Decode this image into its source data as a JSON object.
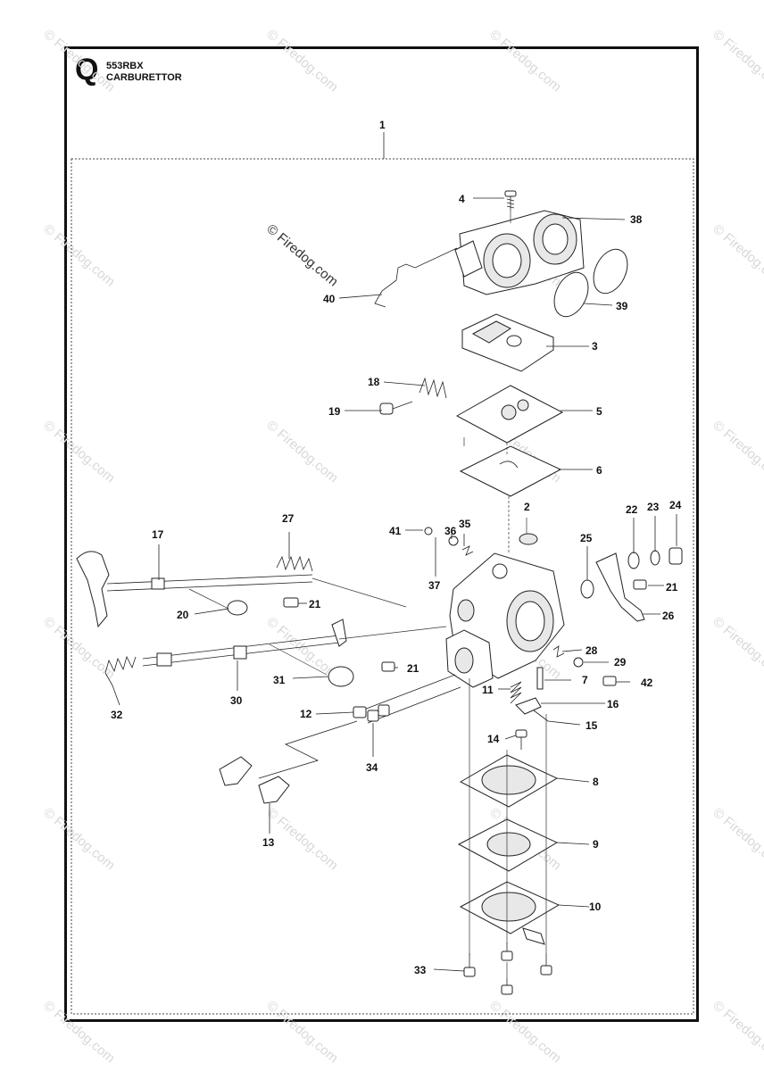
{
  "header": {
    "section_letter": "Q",
    "model": "553RBX",
    "section_name": "CARBURETTOR"
  },
  "watermark": {
    "text": "© Firedog.com"
  },
  "callouts": {
    "c1": "1",
    "c2": "2",
    "c3": "3",
    "c4": "4",
    "c5": "5",
    "c6": "6",
    "c7": "7",
    "c8": "8",
    "c9": "9",
    "c10": "10",
    "c11": "11",
    "c12": "12",
    "c13": "13",
    "c14": "14",
    "c15": "15",
    "c16": "16",
    "c17": "17",
    "c18": "18",
    "c19": "19",
    "c20": "20",
    "c21a": "21",
    "c21b": "21",
    "c21c": "21",
    "c22": "22",
    "c23": "23",
    "c24": "24",
    "c25": "25",
    "c26": "26",
    "c27": "27",
    "c28": "28",
    "c29": "29",
    "c30": "30",
    "c31": "31",
    "c32": "32",
    "c33": "33",
    "c34": "34",
    "c35": "35",
    "c36": "36",
    "c37": "37",
    "c38": "38",
    "c39": "39",
    "c40": "40",
    "c41": "41",
    "c42": "42"
  }
}
